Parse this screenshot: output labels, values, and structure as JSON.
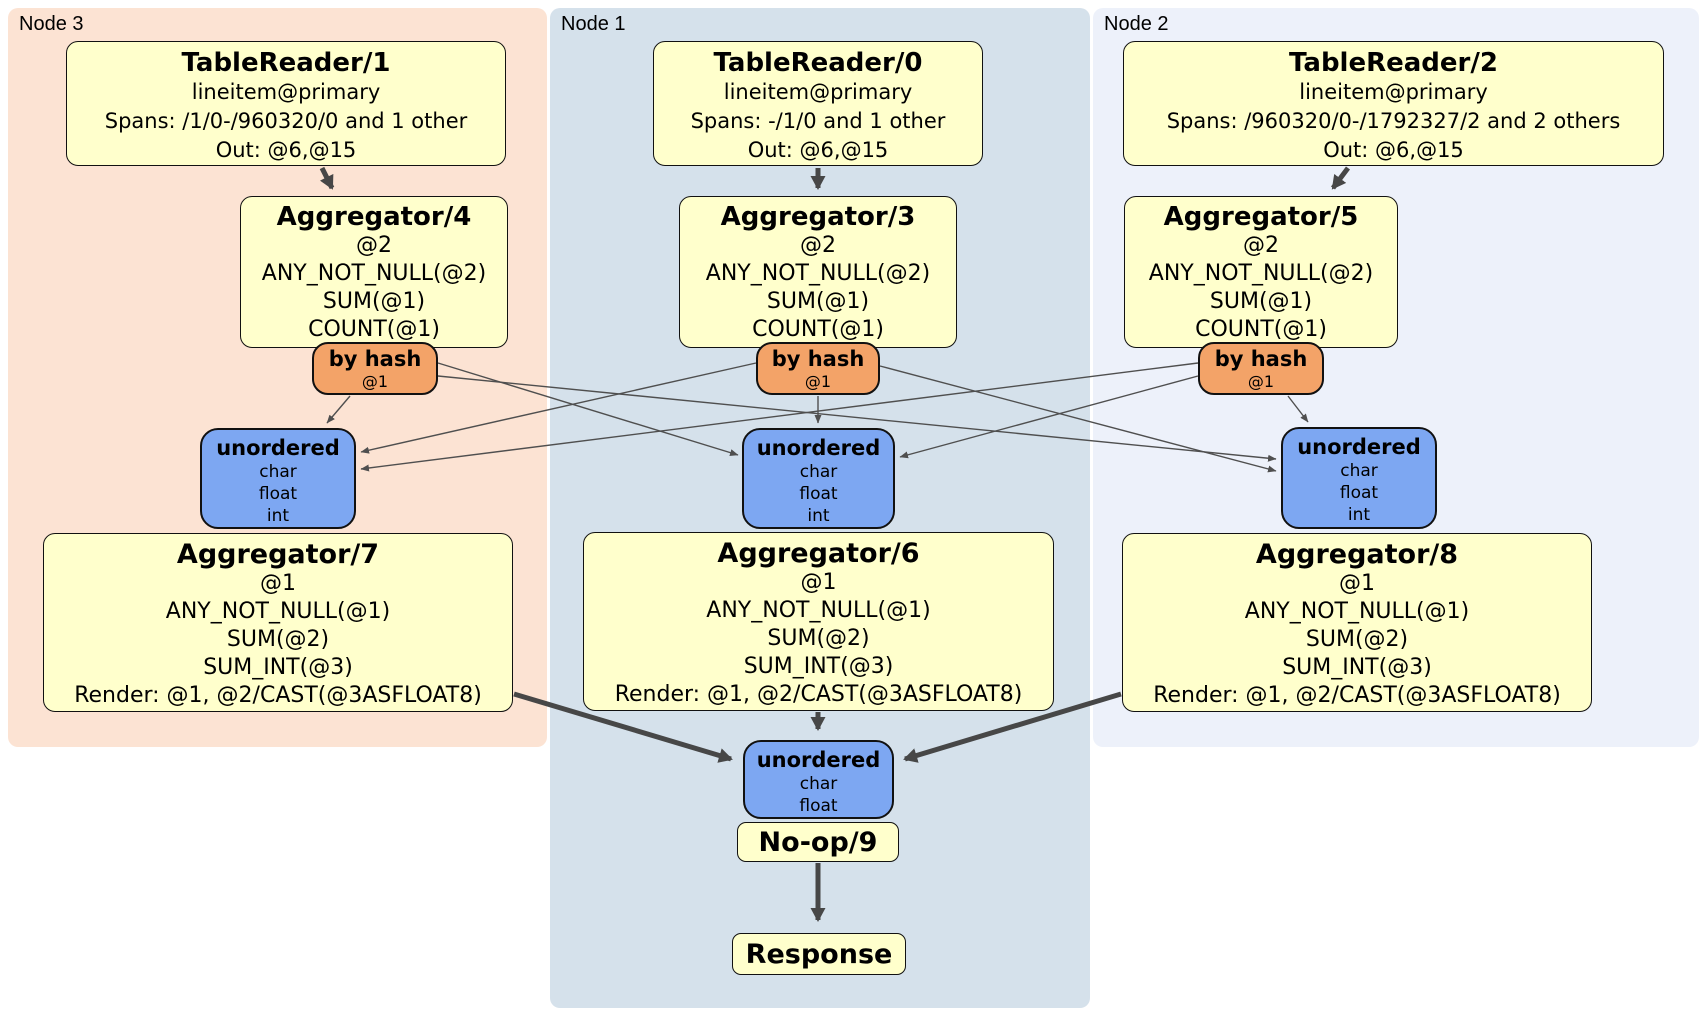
{
  "colors": {
    "node3_bg": "#fce3d3",
    "node1_bg": "#d5e1eb",
    "node2_bg": "#edf1fa",
    "processor_fill": "#ffffcc",
    "router_fill": "#f3a368",
    "sync_fill": "#7da7f2",
    "edge": "#4a4a4a"
  },
  "panels": {
    "node3": {
      "label": "Node 3"
    },
    "node1": {
      "label": "Node 1"
    },
    "node2": {
      "label": "Node 2"
    }
  },
  "boxes": {
    "tr1": {
      "title": "TableReader/1",
      "lines": [
        "lineitem@primary",
        "Spans: /1/0-/960320/0 and 1 other",
        "Out: @6,@15"
      ]
    },
    "tr0": {
      "title": "TableReader/0",
      "lines": [
        "lineitem@primary",
        "Spans: -/1/0 and 1 other",
        "Out: @6,@15"
      ]
    },
    "tr2": {
      "title": "TableReader/2",
      "lines": [
        "lineitem@primary",
        "Spans: /960320/0-/1792327/2 and 2 others",
        "Out: @6,@15"
      ]
    },
    "ag4": {
      "title": "Aggregator/4",
      "lines": [
        "@2",
        "ANY_NOT_NULL(@2)",
        "SUM(@1)",
        "COUNT(@1)"
      ]
    },
    "ag3": {
      "title": "Aggregator/3",
      "lines": [
        "@2",
        "ANY_NOT_NULL(@2)",
        "SUM(@1)",
        "COUNT(@1)"
      ]
    },
    "ag5": {
      "title": "Aggregator/5",
      "lines": [
        "@2",
        "ANY_NOT_NULL(@2)",
        "SUM(@1)",
        "COUNT(@1)"
      ]
    },
    "router3": {
      "title": "by hash",
      "lines": [
        "@1"
      ]
    },
    "router1": {
      "title": "by hash",
      "lines": [
        "@1"
      ]
    },
    "router2": {
      "title": "by hash",
      "lines": [
        "@1"
      ]
    },
    "sync3": {
      "title": "unordered",
      "lines": [
        "char",
        "float",
        "int"
      ]
    },
    "sync1": {
      "title": "unordered",
      "lines": [
        "char",
        "float",
        "int"
      ]
    },
    "sync2": {
      "title": "unordered",
      "lines": [
        "char",
        "float",
        "int"
      ]
    },
    "ag7": {
      "title": "Aggregator/7",
      "lines": [
        "@1",
        "ANY_NOT_NULL(@1)",
        "SUM(@2)",
        "SUM_INT(@3)",
        "Render: @1, @2/CAST(@3ASFLOAT8)"
      ]
    },
    "ag6": {
      "title": "Aggregator/6",
      "lines": [
        "@1",
        "ANY_NOT_NULL(@1)",
        "SUM(@2)",
        "SUM_INT(@3)",
        "Render: @1, @2/CAST(@3ASFLOAT8)"
      ]
    },
    "ag8": {
      "title": "Aggregator/8",
      "lines": [
        "@1",
        "ANY_NOT_NULL(@1)",
        "SUM(@2)",
        "SUM_INT(@3)",
        "Render: @1, @2/CAST(@3ASFLOAT8)"
      ]
    },
    "sync_final": {
      "title": "unordered",
      "lines": [
        "char",
        "float"
      ]
    },
    "noop9": {
      "title": "No-op/9"
    },
    "response": {
      "title": "Response"
    }
  }
}
